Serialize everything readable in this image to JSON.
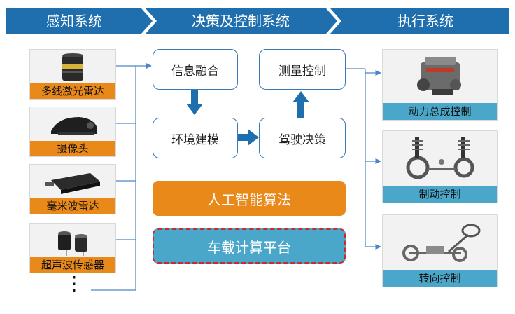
{
  "banner": {
    "stages": [
      "感知系统",
      "决策及控制系统",
      "执行系统"
    ],
    "color": "#1f6fae"
  },
  "sensors": [
    {
      "label": "多线激光雷达",
      "icon": "lidar-icon"
    },
    {
      "label": "摄像头",
      "icon": "camera-icon"
    },
    {
      "label": "毫米波雷达",
      "icon": "radar-icon"
    },
    {
      "label": "超声波传感器",
      "icon": "ultrasonic-sensor-icon"
    }
  ],
  "more_indicator": "⋮",
  "processing": {
    "fusion": "信息融合",
    "modeling": "环境建模",
    "decision": "驾驶决策",
    "control": "测量控制"
  },
  "ai_bar": {
    "label": "人工智能算法",
    "color": "#e8891a"
  },
  "platform_bar": {
    "label": "车载计算平台",
    "color": "#4aa7c9",
    "border": "#cc2a2a"
  },
  "actuators": [
    {
      "label": "动力总成控制",
      "icon": "engine-icon"
    },
    {
      "label": "制动控制",
      "icon": "brake-suspension-icon"
    },
    {
      "label": "转向控制",
      "icon": "steering-system-icon"
    }
  ],
  "colors": {
    "arrow": "#1f6fae",
    "line": "#4a86c5"
  }
}
